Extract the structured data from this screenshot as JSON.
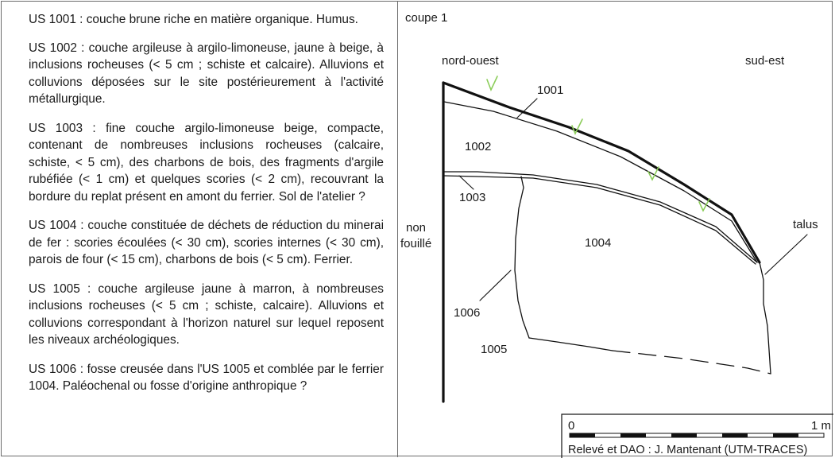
{
  "descriptions": [
    "US 1001 : couche brune riche en matière organique. Humus.",
    "US 1002 : couche argileuse à argilo-limoneuse, jaune à beige, à inclusions rocheuses (< 5 cm ; schiste et calcaire). Alluvions et colluvions déposées sur le site postérieurement à l'activité métallurgique.",
    "US 1003 : fine couche argilo-limoneuse beige, compacte, contenant de nombreuses inclusions rocheuses (calcaire, schiste, < 5 cm), des charbons de bois, des fragments d'argile rubéfiée (< 1 cm) et quelques scories (< 2 cm), recouvrant la bordure du replat présent en amont du ferrier. Sol de l'atelier ?",
    "US 1004 : couche constituée de déchets de réduction du minerai de fer : scories écoulées (< 30 cm), scories internes (< 30 cm), parois de four (< 15 cm), charbons de bois (< 5 cm). Ferrier.",
    "US 1005 : couche argileuse jaune à marron, à nombreuses inclusions rocheuses (< 5 cm ; schiste, calcaire). Alluvions et colluvions correspondant à l'horizon naturel sur lequel reposent les niveaux archéologiques.",
    "US 1006 : fosse creusée dans l'US 1005 et comblée par le ferrier 1004. Paléochenal ou fosse d'origine anthropique ?"
  ],
  "section": {
    "title": "coupe 1",
    "orientation_left": "nord-ouest",
    "orientation_right": "sud-est",
    "non_excavated_line1": "non",
    "non_excavated_line2": "fouillé",
    "units": {
      "u1001": "1001",
      "u1002": "1002",
      "u1003": "1003",
      "u1004": "1004",
      "u1005": "1005",
      "u1006": "1006"
    },
    "slope_label": "talus",
    "scale_start": "0",
    "scale_end": "1 m",
    "credit": "Relevé et DAO : J. Mantenant (UTM-TRACES)",
    "vegetation_color": "#8ccd5a",
    "line_color": "#111111"
  }
}
